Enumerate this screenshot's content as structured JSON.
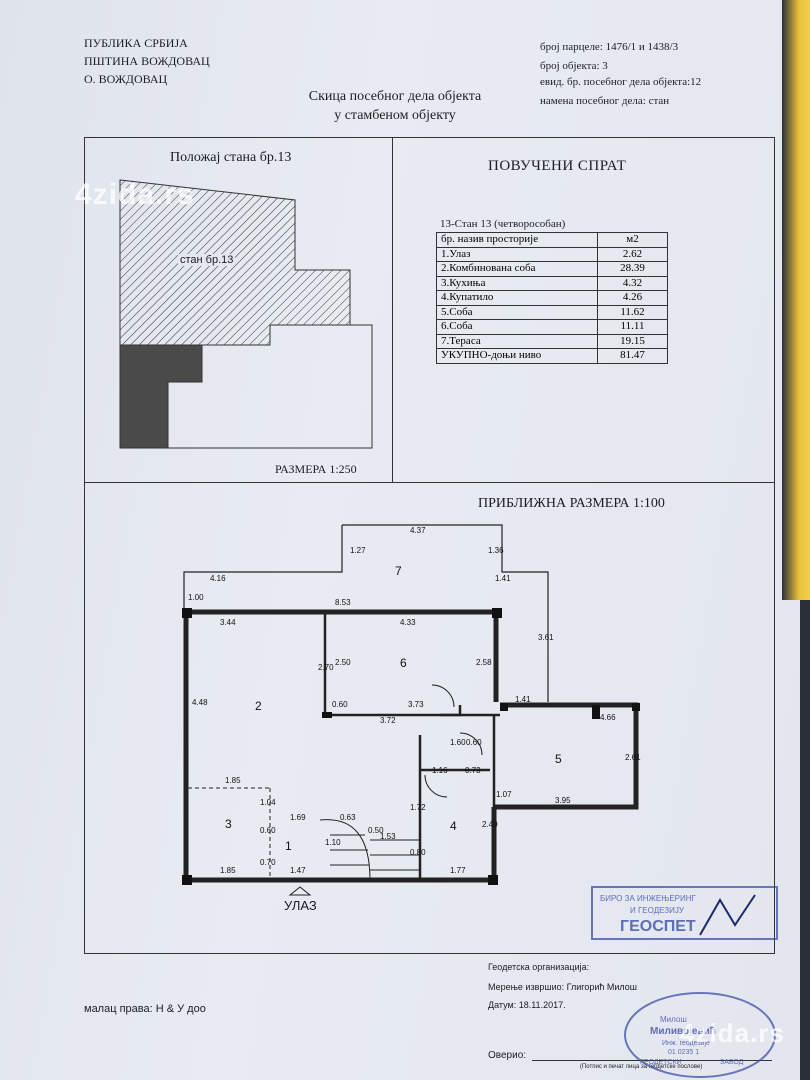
{
  "header": {
    "left": [
      "ПУБЛИКА СРБИЈА",
      "ПШТИНА ВОЖДОВАЦ",
      "О. ВОЖДОВАЦ"
    ],
    "right": [
      "број парцеле: 1476/1 и 1438/3",
      "број објекта: 3",
      "евид. бр. посебног дела објекта:12",
      "намена посебног дела: стан"
    ],
    "title_line1": "Скица посебног дела објекта",
    "title_line2": "у стамбеном објекту"
  },
  "position_panel": {
    "title": "Положај стана бр.13",
    "unit_label": "стан бр.13",
    "scale": "РАЗМЕРА 1:250"
  },
  "floor_panel": {
    "title": "ПОВУЧЕНИ СПРАТ",
    "caption": "13-Стан 13 (четворособан)",
    "columns": [
      "бр. назив просторије",
      "м2"
    ],
    "rows": [
      [
        "1.Улаз",
        "2.62"
      ],
      [
        "2.Комбинована соба",
        "28.39"
      ],
      [
        "3.Кухиња",
        "4.32"
      ],
      [
        "4.Купатило",
        "4.26"
      ],
      [
        "5.Соба",
        "11.62"
      ],
      [
        "6.Соба",
        "11.11"
      ],
      [
        "7.Тераса",
        "19.15"
      ],
      [
        "УКУПНО-доњи ниво",
        "81.47"
      ]
    ]
  },
  "plan": {
    "scale": "ПРИБЛИЖНА РАЗМЕРА 1:100",
    "entrance": "УЛАЗ",
    "rooms": [
      "1",
      "2",
      "3",
      "4",
      "5",
      "6",
      "7"
    ],
    "dims": [
      "4.37",
      "1.27",
      "1.36",
      "1.41",
      "4.16",
      "1.00",
      "8.53",
      "3.44",
      "4.33",
      "3.61",
      "2.70",
      "2.50",
      "2.58",
      "4.48",
      "0.60",
      "3.73",
      "3.72",
      "1.41",
      "4.66",
      "1.60",
      "0.60",
      "2.61",
      "1.16",
      "0.73",
      "1.85",
      "1.04",
      "1.07",
      "3.95",
      "1.69",
      "0.63",
      "1.72",
      "2.40",
      "0.60",
      "0.50",
      "1.53",
      "1.10",
      "0.70",
      "0.80",
      "1.85",
      "1.47",
      "1.77"
    ]
  },
  "footer": {
    "org": "Геодетска организација:",
    "surveyed": "Мерење извршио: Глигорић Милош",
    "date": "Датум: 18.11.2017.",
    "owner": "малац права:  Н & У доо",
    "certified": "Оверио:",
    "sign_note": "(Потпис и печат лица за геодетске послове)",
    "stamp1_lines": [
      "БИРО ЗА ИНЖЕЊЕРИНГ",
      "И ГЕОДЕЗИЈУ",
      "ГЕОСПЕТ"
    ],
    "stamp2_lines": [
      "Милош",
      "Миливојевић",
      "Инж. геодезије",
      "01 0235 1",
      "ГЕОДЕТСКИ",
      "ЗАВОД"
    ]
  },
  "watermark": {
    "text1": "4zida.rs",
    "text2": "4zida.rs"
  },
  "colors": {
    "ink": "#1b1d22",
    "paper": "#e4e7ef",
    "stamp": "#3d4fa8",
    "dark_fill": "#4a4a4a",
    "accent_edge": "#f2cf4a"
  }
}
